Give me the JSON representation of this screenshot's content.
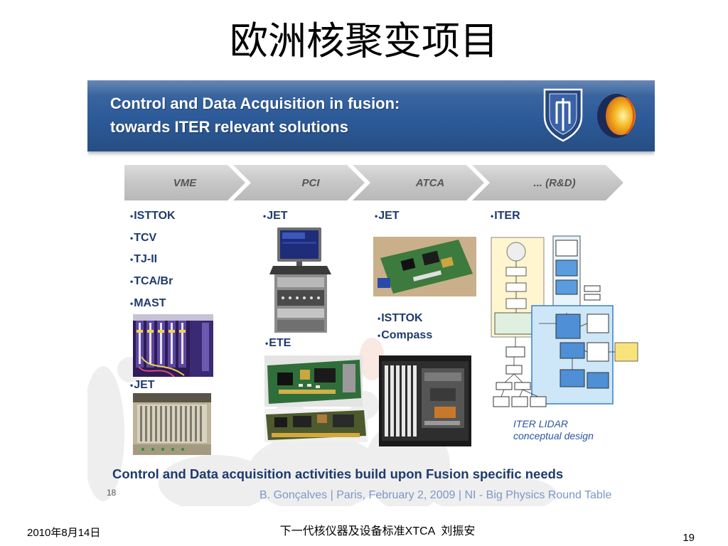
{
  "slide": {
    "title": "欧洲核聚变项目",
    "footer": {
      "date": "2010年8月14日",
      "subject": "下一代核仪器及设备标准XTCA  刘振安",
      "page_number": "19"
    }
  },
  "embedded_slide": {
    "header": {
      "line1": "Control and Data Acquisition in fusion:",
      "line2": "towards ITER relevant solutions"
    },
    "stages": [
      {
        "label": "VME"
      },
      {
        "label": "PCI"
      },
      {
        "label": "ATCA"
      },
      {
        "label": "... (R&D)"
      }
    ],
    "columns": {
      "vme": {
        "list_a": [
          "ISTTOK",
          "TCV",
          "TJ-II",
          "TCA/Br",
          "MAST"
        ],
        "list_b": [
          "JET"
        ]
      },
      "pci": {
        "list_a": [
          "JET"
        ],
        "list_b": [
          "ETE"
        ]
      },
      "atca": {
        "list_a": [
          "JET"
        ],
        "list_b": [
          "ISTTOK",
          "Compass"
        ]
      },
      "rnd": {
        "list_a": [
          "ITER"
        ]
      }
    },
    "lidar_caption": {
      "line1": "ITER LIDAR",
      "line2": "conceptual design"
    },
    "summary": "Control and Data acquisition activities build upon Fusion specific needs",
    "page_number": "18",
    "credit": "B. Gonçalves | Paris, February 2, 2009 | NI - Big Physics Round Table"
  },
  "colors": {
    "header_bar": "#2c5a98",
    "header_text": "#ffffff",
    "stage_fill": "#c6c6c6",
    "stage_text": "#555555",
    "bullet_text": "#1f3a6d",
    "summary_text": "#1f3a6d",
    "credit_text": "#7b98c6",
    "lidar_caption": "#2a55a0"
  }
}
